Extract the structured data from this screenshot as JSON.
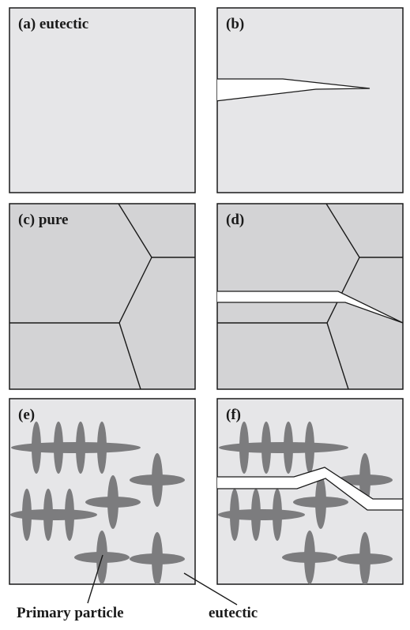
{
  "colors": {
    "panel_light": "#e6e6e8",
    "panel_grain": "#d3d3d5",
    "border": "#1a1a1a",
    "crack": "#ffffff",
    "particle": "#7c7c7e"
  },
  "panels": {
    "a": {
      "label": "(a) eutectic"
    },
    "b": {
      "label": "(b)"
    },
    "c": {
      "label": "(c) pure"
    },
    "d": {
      "label": "(d)"
    },
    "e": {
      "label": "(e)"
    },
    "f": {
      "label": "(f)"
    }
  },
  "callouts": {
    "primary_particle": "Primary particle",
    "eutectic": "eutectic"
  }
}
